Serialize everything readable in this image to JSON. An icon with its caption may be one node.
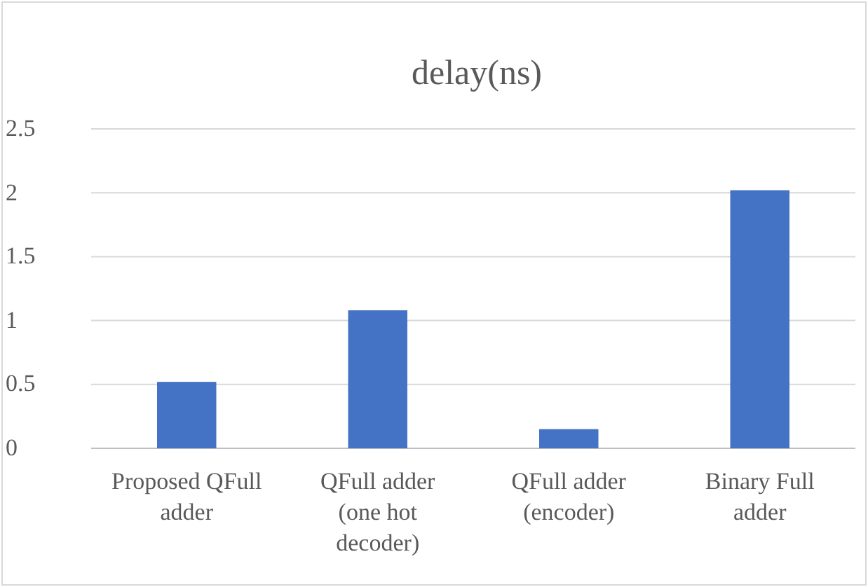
{
  "diagram": {
    "chart_data": {
      "type": "bar",
      "title": "delay(ns)",
      "categories": [
        "Proposed QFull adder",
        "QFull adder (one hot decoder)",
        "QFull adder (encoder)",
        "Binary Full adder"
      ],
      "series": [
        {
          "color": "#4472c4",
          "values": [
            0.52,
            1.08,
            0.15,
            2.02
          ]
        }
      ],
      "ylim": [
        0,
        2.5
      ],
      "grid": true,
      "yticks": [
        0,
        0.5,
        1,
        1.5,
        2,
        2.5
      ]
    }
  }
}
